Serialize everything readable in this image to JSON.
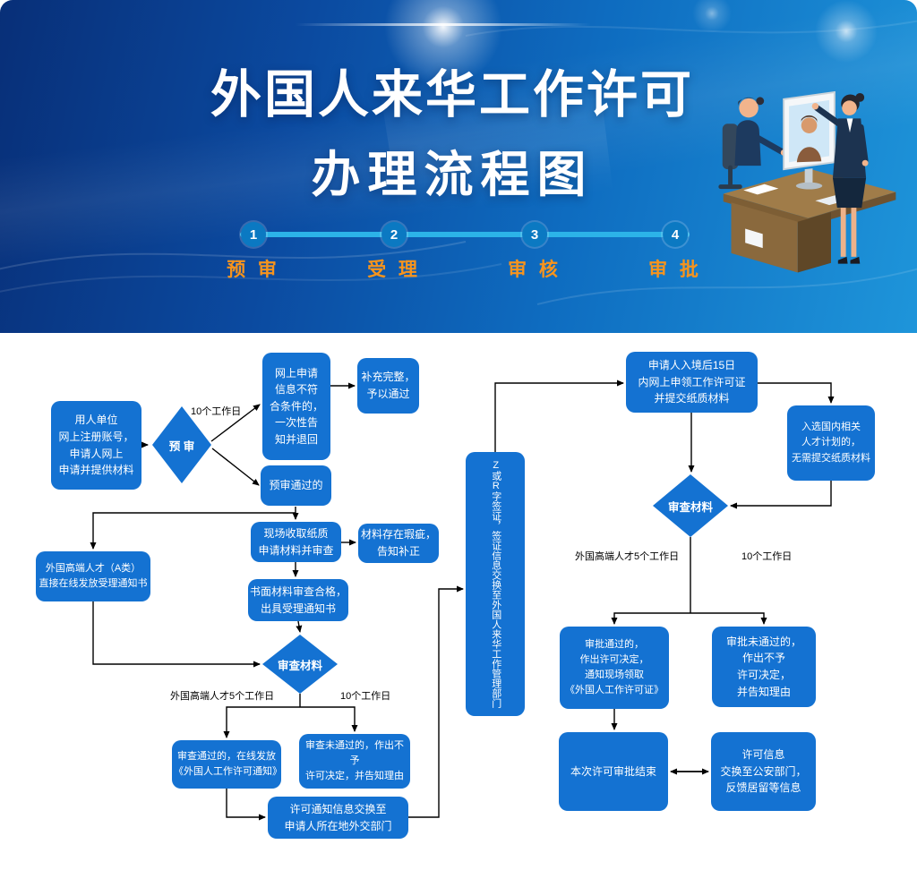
{
  "colors": {
    "node_bg": "#1472d2",
    "node_text": "#ffffff",
    "banner_orange": "#f7941d",
    "step_circle": "#0b79c2",
    "step_line": "#2cb3e8"
  },
  "banner": {
    "title_line1": "外国人来华工作许可",
    "title_line2": "办理流程图",
    "steps": [
      {
        "num": "1",
        "label": "预 审"
      },
      {
        "num": "2",
        "label": "受 理"
      },
      {
        "num": "3",
        "label": "审 核"
      },
      {
        "num": "4",
        "label": "审 批"
      }
    ]
  },
  "flowchart": {
    "nodes": {
      "register": {
        "text": "用人单位\n网上注册账号，\n申请人网上\n申请并提供材料"
      },
      "pre_review_diamond": {
        "text": "预 审"
      },
      "not_qualified": {
        "text": "网上申请\n信息不符\n合条件的，\n一次性告\n知并退回"
      },
      "supplement_pass": {
        "text": "补充完整，\n予以通过"
      },
      "pre_review_passed": {
        "text": "预审通过的"
      },
      "collect_paper": {
        "text": "现场收取纸质\n申请材料并审查"
      },
      "flawed_material": {
        "text": "材料存在瑕疵，\n告知补正"
      },
      "accept_notice": {
        "text": "书面材料审查合格，\n出具受理通知书"
      },
      "talent_a_online": {
        "text": "外国高端人才（A类）\n直接在线发放受理通知书"
      },
      "review_material_left": {
        "text": "审查材料"
      },
      "review_passed": {
        "text": "审查通过的，在线发放\n《外国人工作许可通知》"
      },
      "review_rejected": {
        "text": "审查未通过的，作出不予\n许可决定，并告知理由"
      },
      "notice_exchange": {
        "text": "许可通知信息交换至\n申请人所在地外交部门"
      },
      "visa_exchange": {
        "text": "Z或R字签证，签证信息交换至外国人来华工作管理部门"
      },
      "entry_apply": {
        "text": "申请人入境后15日\n内网上申领工作许可证\n并提交纸质材料"
      },
      "talent_plan": {
        "text": "入选国内相关\n人才计划的，\n无需提交纸质材料"
      },
      "review_material_right": {
        "text": "审查材料"
      },
      "approve_passed": {
        "text": "审批通过的，\n作出许可决定，\n通知现场领取\n《外国人工作许可证》"
      },
      "approve_rejected": {
        "text": "审批未通过的，\n作出不予\n许可决定，\n并告知理由"
      },
      "approval_end": {
        "text": "本次许可审批结束"
      },
      "info_to_police": {
        "text": "许可信息\n交换至公安部门，\n反馈居留等信息"
      }
    },
    "edge_labels": {
      "ten_days_pre": "10个工作日",
      "talent_5_left": "外国高端人才5个工作日",
      "ten_days_left": "10个工作日",
      "talent_5_right": "外国高端人才5个工作日",
      "ten_days_right": "10个工作日"
    }
  }
}
